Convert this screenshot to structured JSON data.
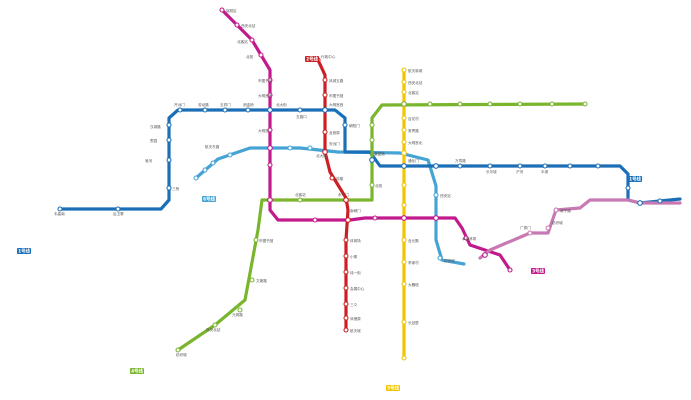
{
  "colors": {
    "line_blue": "#1a6fb8",
    "line_red": "#cc1f25",
    "line_magenta": "#c21a8c",
    "line_green": "#7ab52e",
    "line_yellow": "#f2c500",
    "line_lightblue": "#46a3d6",
    "line_pink": "#c879b3",
    "background": "#ffffff"
  },
  "badges": [
    {
      "id": "b1",
      "text": "1号线",
      "color": "#1a6fb8"
    },
    {
      "id": "b2",
      "text": "2号线",
      "color": "#cc1f25"
    },
    {
      "id": "b3",
      "text": "3号线",
      "color": "#c21a8c"
    },
    {
      "id": "b4",
      "text": "4号线",
      "color": "#7ab52e"
    },
    {
      "id": "b5",
      "text": "5号线",
      "color": "#f2c500"
    },
    {
      "id": "b6",
      "text": "6号线",
      "color": "#46a3d6"
    },
    {
      "id": "b1b",
      "text": "1号线",
      "color": "#1a6fb8"
    }
  ],
  "labels": [
    {
      "id": "l_mag1",
      "text": "保税区"
    },
    {
      "id": "l_mag2",
      "text": "西安北站"
    },
    {
      "id": "l_mag3",
      "text": "北客站"
    },
    {
      "id": "l_mag4",
      "text": "北苑"
    },
    {
      "id": "l_mag5",
      "text": "市图书馆"
    },
    {
      "id": "l_mag6",
      "text": "大明宫西"
    },
    {
      "id": "l_mag7",
      "text": "大明宫"
    },
    {
      "id": "l_red_top",
      "text": "行政中心"
    },
    {
      "id": "l_red1",
      "text": "凤城五路"
    },
    {
      "id": "l_red2",
      "text": "市图书馆"
    },
    {
      "id": "l_red3",
      "text": "大明宫西"
    },
    {
      "id": "l_red4",
      "text": "龙首原"
    },
    {
      "id": "l_red5",
      "text": "安远门"
    },
    {
      "id": "l_red6",
      "text": "北大街"
    },
    {
      "id": "l_red7",
      "text": "钟楼"
    },
    {
      "id": "l_red8",
      "text": "永宁门"
    },
    {
      "id": "l_red9",
      "text": "南稍门"
    },
    {
      "id": "l_red10",
      "text": "体育场"
    },
    {
      "id": "l_red11",
      "text": "小寨"
    },
    {
      "id": "l_red12",
      "text": "纬一街"
    },
    {
      "id": "l_red13",
      "text": "会展中心"
    },
    {
      "id": "l_red14",
      "text": "三爻"
    },
    {
      "id": "l_red15",
      "text": "凤栖原"
    },
    {
      "id": "l_red16",
      "text": "航天城"
    },
    {
      "id": "l_red17",
      "text": "韦曲南"
    },
    {
      "id": "l_blue1",
      "text": "后卫寨"
    },
    {
      "id": "l_blue2",
      "text": "三桥"
    },
    {
      "id": "l_blue3",
      "text": "皂河"
    },
    {
      "id": "l_blue4",
      "text": "枣园"
    },
    {
      "id": "l_blue5",
      "text": "汉城路"
    },
    {
      "id": "l_blue6",
      "text": "开远门"
    },
    {
      "id": "l_blue7",
      "text": "劳动路"
    },
    {
      "id": "l_blue8",
      "text": "玉祥门"
    },
    {
      "id": "l_blue9",
      "text": "洒金桥"
    },
    {
      "id": "l_blue10",
      "text": "北大街"
    },
    {
      "id": "l_blue11",
      "text": "五路口"
    },
    {
      "id": "l_blue12",
      "text": "朝阳门"
    },
    {
      "id": "l_blue13",
      "text": "康复路"
    },
    {
      "id": "l_blue14",
      "text": "通化门"
    },
    {
      "id": "l_blue15",
      "text": "万寿路"
    },
    {
      "id": "l_blue16",
      "text": "长乐坡"
    },
    {
      "id": "l_blue17",
      "text": "浐河"
    },
    {
      "id": "l_blue18",
      "text": "半坡"
    },
    {
      "id": "l_blue19",
      "text": "纺织城"
    },
    {
      "id": "l_green1",
      "text": "西安北站"
    },
    {
      "id": "l_green2",
      "text": "元朔路"
    },
    {
      "id": "l_green3",
      "text": "文景路"
    },
    {
      "id": "l_green4",
      "text": "市图书馆"
    },
    {
      "id": "l_green5",
      "text": "北客站"
    },
    {
      "id": "l_green6",
      "text": "北苑"
    },
    {
      "id": "l_green7",
      "text": "航天新城"
    },
    {
      "id": "l_yel1",
      "text": "西安北站"
    },
    {
      "id": "l_yel2",
      "text": "北客站"
    },
    {
      "id": "l_yel3",
      "text": "百花村"
    },
    {
      "id": "l_yel4",
      "text": "常青路"
    },
    {
      "id": "l_yel5",
      "text": "大明宫北"
    },
    {
      "id": "l_yel6",
      "text": "含元殿"
    },
    {
      "id": "l_yel7",
      "text": "李家村"
    },
    {
      "id": "l_yel8",
      "text": "大雁塔"
    },
    {
      "id": "l_yel9",
      "text": "长延堡"
    },
    {
      "id": "l_yel10",
      "text": "航天东路"
    },
    {
      "id": "l_lb1",
      "text": "西安站"
    },
    {
      "id": "l_lb2",
      "text": "纺织城"
    },
    {
      "id": "l_lb3",
      "text": "幸福林带"
    },
    {
      "id": "l_lb4",
      "text": "广泰门"
    },
    {
      "id": "l_pk1",
      "text": "纺织城"
    },
    {
      "id": "l_pk2",
      "text": "咸宁路"
    },
    {
      "id": "l_pk3",
      "text": "曲江池西"
    }
  ]
}
